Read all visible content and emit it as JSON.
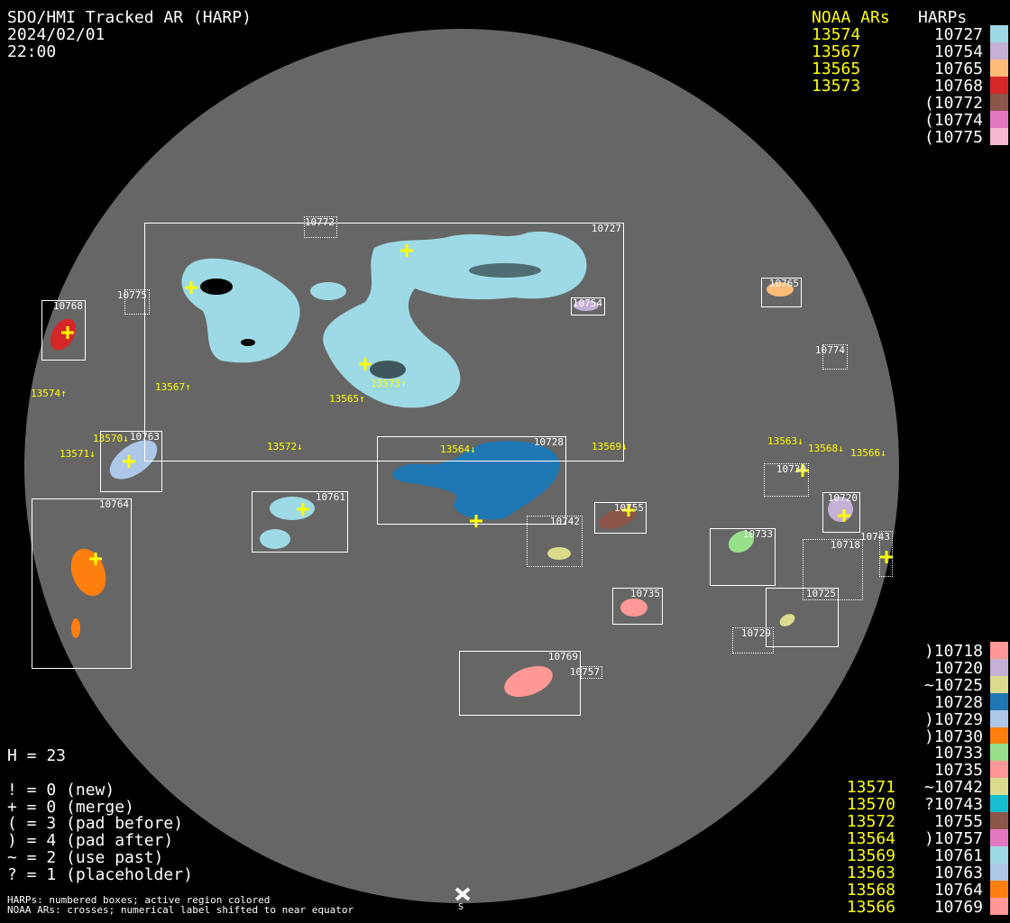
{
  "header": {
    "title": "SDO/HMI Tracked AR (HARP)",
    "date": "2024/02/01",
    "time": "22:00"
  },
  "legend_top": {
    "noaa_header": "NOAA ARs",
    "harps_header": "HARPs",
    "noaa": [
      "13574",
      "13567",
      "13565",
      "13573"
    ],
    "harps": [
      {
        "label": "10727",
        "color": "#9edae5"
      },
      {
        "label": "10754",
        "color": "#c5b0d5"
      },
      {
        "label": "10765",
        "color": "#ffbb78"
      },
      {
        "label": "10768",
        "color": "#d62728"
      },
      {
        "label": "(10772",
        "color": "#8c564b"
      },
      {
        "label": "(10774",
        "color": "#e377c2"
      },
      {
        "label": "(10775",
        "color": "#f7b6d2"
      }
    ]
  },
  "legend_bottom": {
    "noaa": [
      "13571",
      "13570",
      "13572",
      "13564",
      "13569",
      "13563",
      "13568",
      "13566"
    ],
    "harps": [
      {
        "label": ")10718",
        "color": "#ff9896"
      },
      {
        "label": "10720",
        "color": "#c5b0d5"
      },
      {
        "label": "~10725",
        "color": "#dbdb8d"
      },
      {
        "label": "10728",
        "color": "#1f77b4"
      },
      {
        "label": ")10729",
        "color": "#aec7e8"
      },
      {
        "label": ")10730",
        "color": "#ff7f0e"
      },
      {
        "label": "10733",
        "color": "#98df8a"
      },
      {
        "label": "10735",
        "color": "#ff9896"
      },
      {
        "label": "~10742",
        "color": "#dbdb8d"
      },
      {
        "label": "?10743",
        "color": "#17becf"
      },
      {
        "label": "10755",
        "color": "#8c564b"
      },
      {
        "label": ")10757",
        "color": "#e377c2"
      },
      {
        "label": "10761",
        "color": "#9edae5"
      },
      {
        "label": "10763",
        "color": "#aec7e8"
      },
      {
        "label": "10764",
        "color": "#ff7f0e"
      },
      {
        "label": "10769",
        "color": "#ff9896"
      }
    ]
  },
  "stats": {
    "h": "H = 23",
    "lines": [
      "! = 0 (new)",
      "+ = 0 (merge)",
      "( = 3 (pad before)",
      ") = 4 (pad after)",
      "~ = 2 (use past)",
      "? = 1 (placeholder)"
    ]
  },
  "footnote": [
    "HARPs: numbered boxes; active region colored",
    "NOAA ARs: crosses; numerical label shifted to near equator"
  ],
  "disk": {
    "harp_boxes": [
      "10727",
      "10772",
      "10775",
      "10768",
      "10754",
      "10765",
      "10774",
      "10763",
      "10728",
      "10761",
      "10764",
      "10742",
      "10755",
      "10730",
      "10720",
      "10733",
      "10743",
      "10718",
      "10725",
      "10735",
      "10729",
      "10769",
      "10757"
    ],
    "noaa_labels": [
      "13574↑",
      "13567↑",
      "13565↑",
      "13573↑",
      "13570↓",
      "13571↓",
      "13572↓",
      "13564↓",
      "13569↓",
      "13563↓",
      "13568↓",
      "13566↓"
    ],
    "south_label": "S"
  }
}
